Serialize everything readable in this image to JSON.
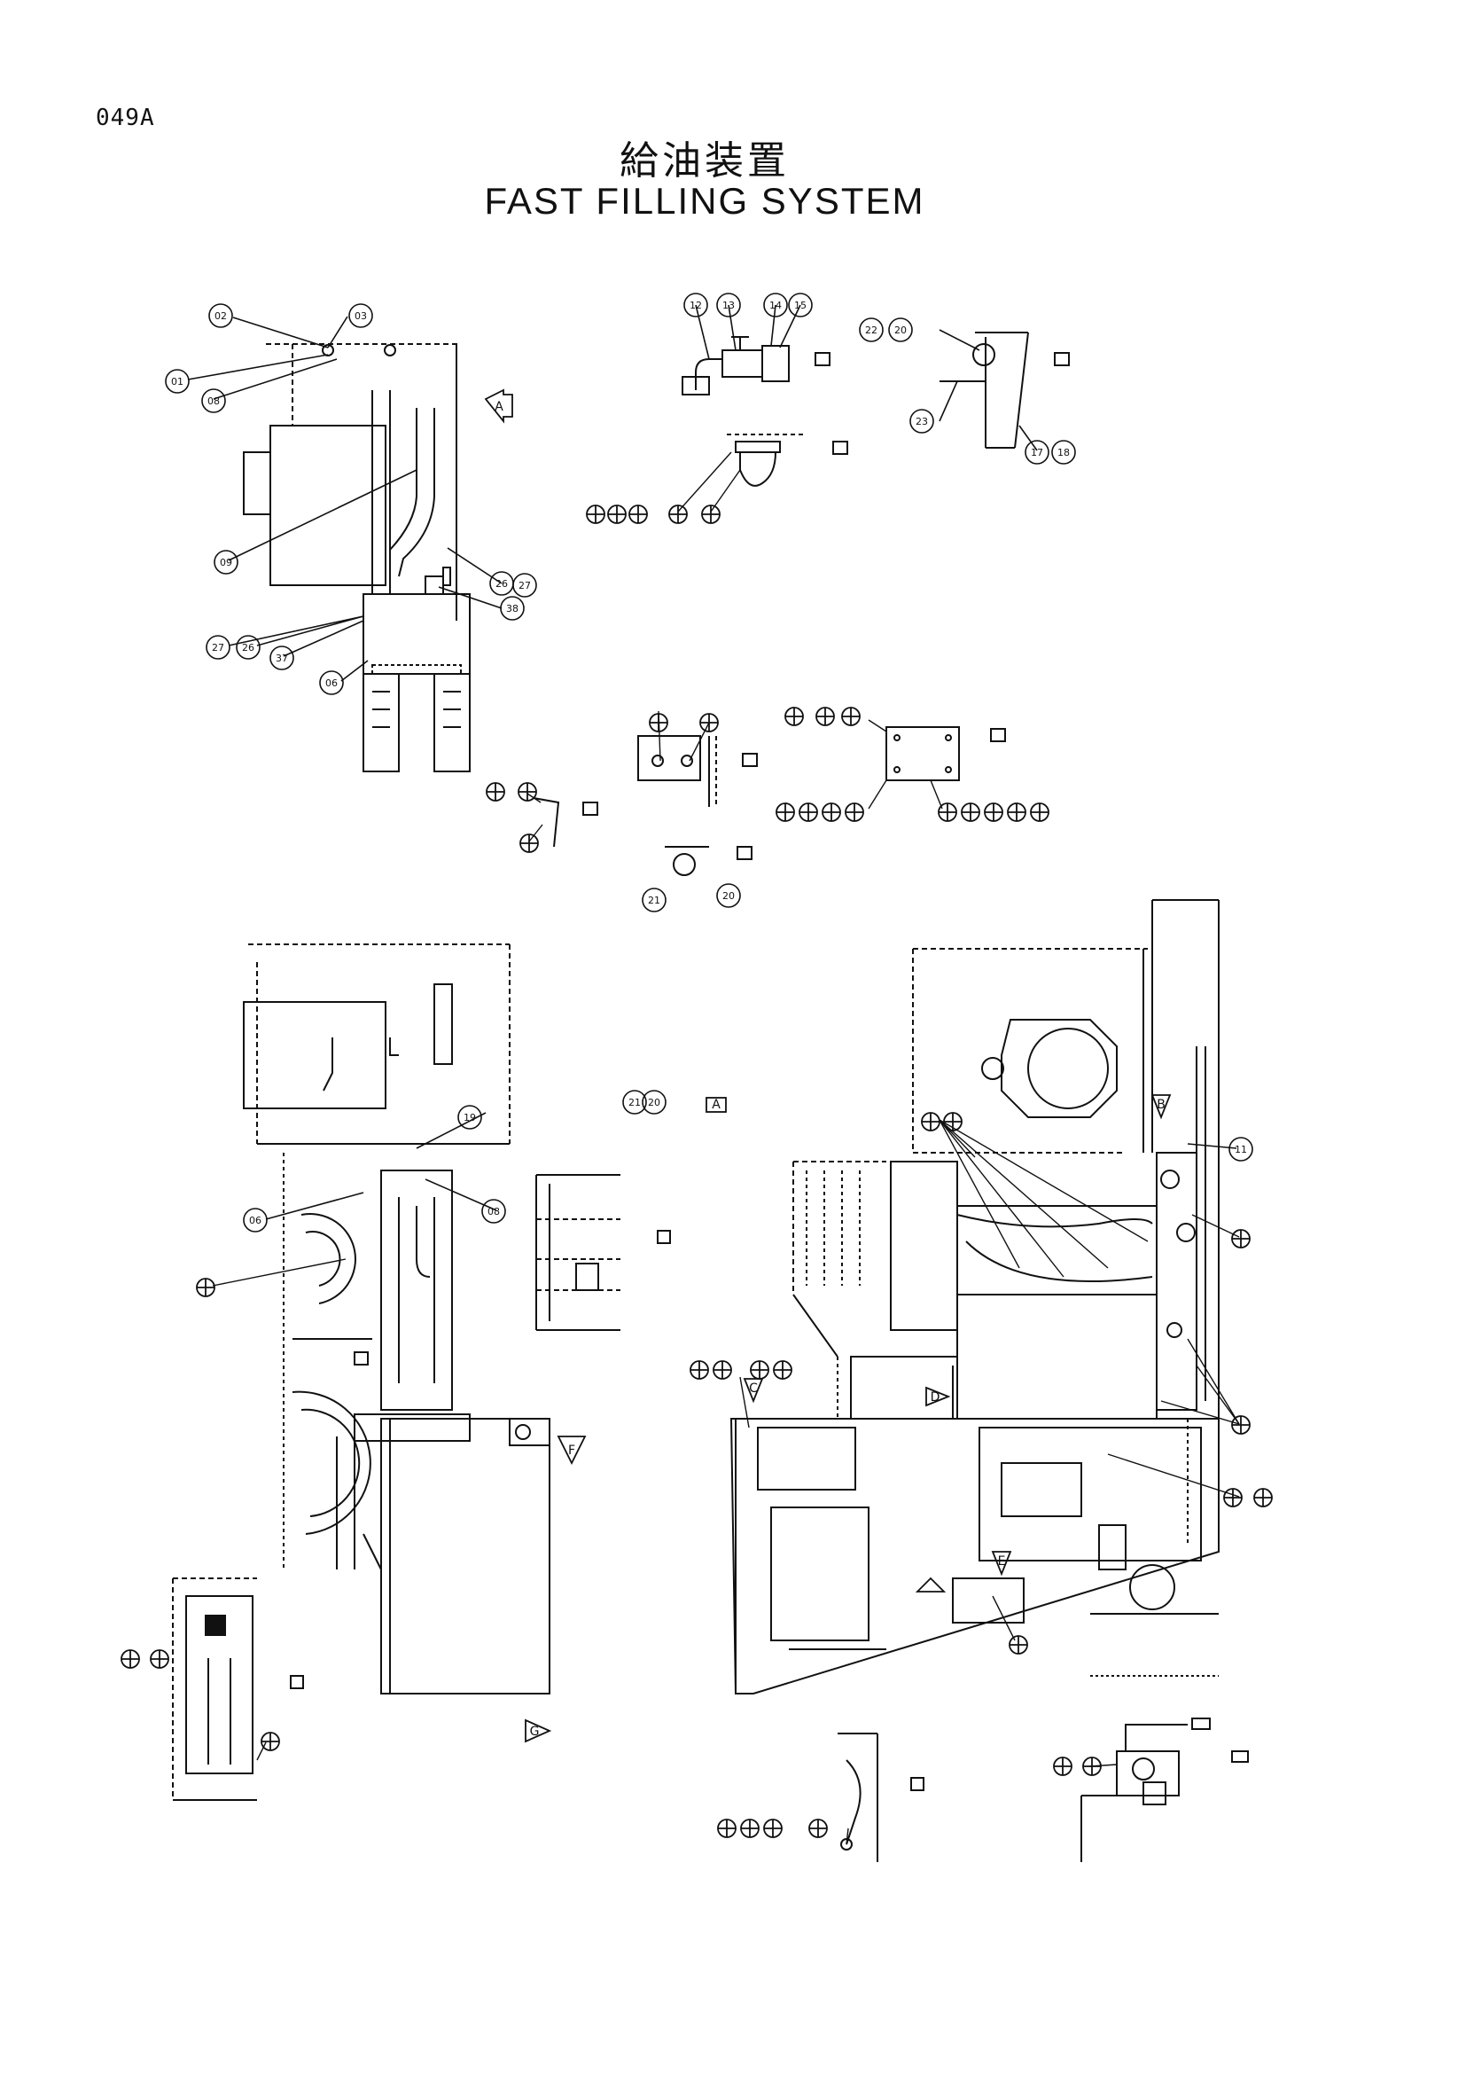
{
  "page_number": "049A",
  "title_ja": "給油装置",
  "title_en": "FAST FILLING SYSTEM",
  "part_callouts": [
    {
      "id": "c1",
      "label": "02"
    },
    {
      "id": "c2",
      "label": "03"
    },
    {
      "id": "c3",
      "label": "01"
    },
    {
      "id": "c4",
      "label": "08"
    },
    {
      "id": "c5",
      "label": "09"
    },
    {
      "id": "c6",
      "label": "26"
    },
    {
      "id": "c7",
      "label": "27"
    },
    {
      "id": "c8",
      "label": "38"
    },
    {
      "id": "c9",
      "label": "27"
    },
    {
      "id": "c10",
      "label": "26"
    },
    {
      "id": "c11",
      "label": "37"
    },
    {
      "id": "c12",
      "label": "06"
    },
    {
      "id": "c13",
      "label": "12"
    },
    {
      "id": "c14",
      "label": "13"
    },
    {
      "id": "c15",
      "label": "14"
    },
    {
      "id": "c16",
      "label": "15"
    },
    {
      "id": "c17",
      "label": "22"
    },
    {
      "id": "c18",
      "label": "20"
    },
    {
      "id": "c19",
      "label": "23"
    },
    {
      "id": "c20",
      "label": "17"
    },
    {
      "id": "c21",
      "label": "18"
    },
    {
      "id": "c22",
      "label": "21"
    },
    {
      "id": "c23",
      "label": "20"
    },
    {
      "id": "c24",
      "label": "21"
    },
    {
      "id": "c25",
      "label": "20"
    },
    {
      "id": "c26",
      "label": "19"
    },
    {
      "id": "c27",
      "label": "06"
    },
    {
      "id": "c28",
      "label": "08"
    },
    {
      "id": "c29",
      "label": "11"
    }
  ],
  "view_markers": [
    {
      "id": "v1",
      "label": "A"
    },
    {
      "id": "v2",
      "label": "B"
    },
    {
      "id": "v3",
      "label": "C"
    },
    {
      "id": "v4",
      "label": "D"
    },
    {
      "id": "v5",
      "label": "E"
    },
    {
      "id": "v6",
      "label": "F"
    },
    {
      "id": "v7",
      "label": "G"
    },
    {
      "id": "v8",
      "label": "A"
    }
  ]
}
